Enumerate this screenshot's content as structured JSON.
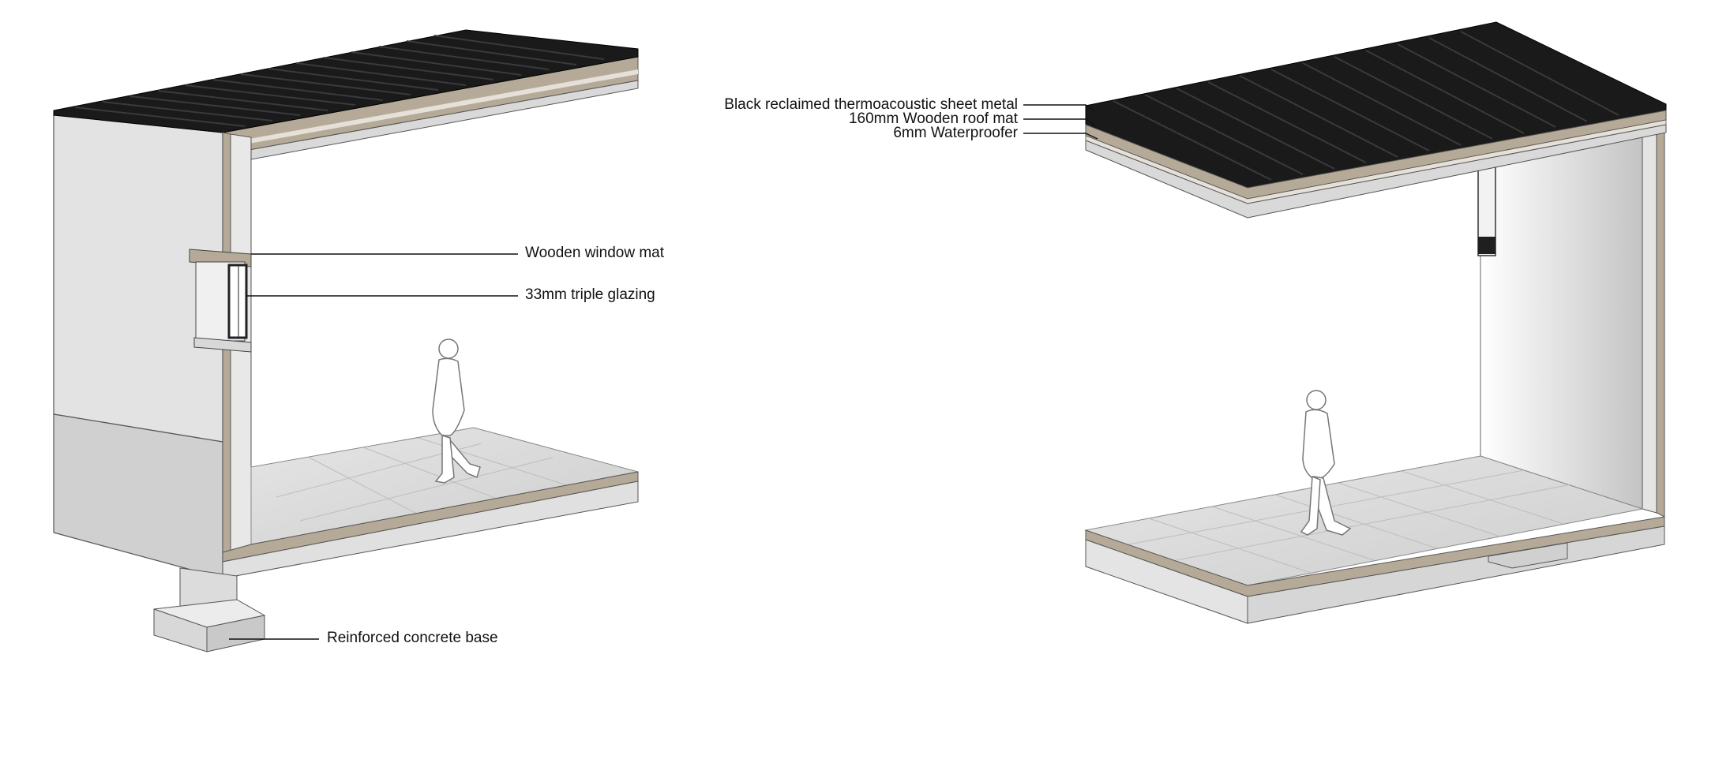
{
  "callouts": {
    "window_mat": "Wooden window mat",
    "glazing": "33mm triple glazing",
    "concrete_base": "Reinforced concrete base",
    "sheet_metal": "Black reclaimed thermoacoustic sheet metal",
    "roof_mat": "160mm Wooden roof mat",
    "waterproofer": "6mm Waterproofer"
  },
  "colors": {
    "roof_metal": "#1a1a1a",
    "wood": "#b5aa98",
    "concrete_wall": "#e2e2e2",
    "concrete_dark": "#cfcfcf",
    "floor_tile": "#d8d8d8",
    "line": "#222222"
  }
}
